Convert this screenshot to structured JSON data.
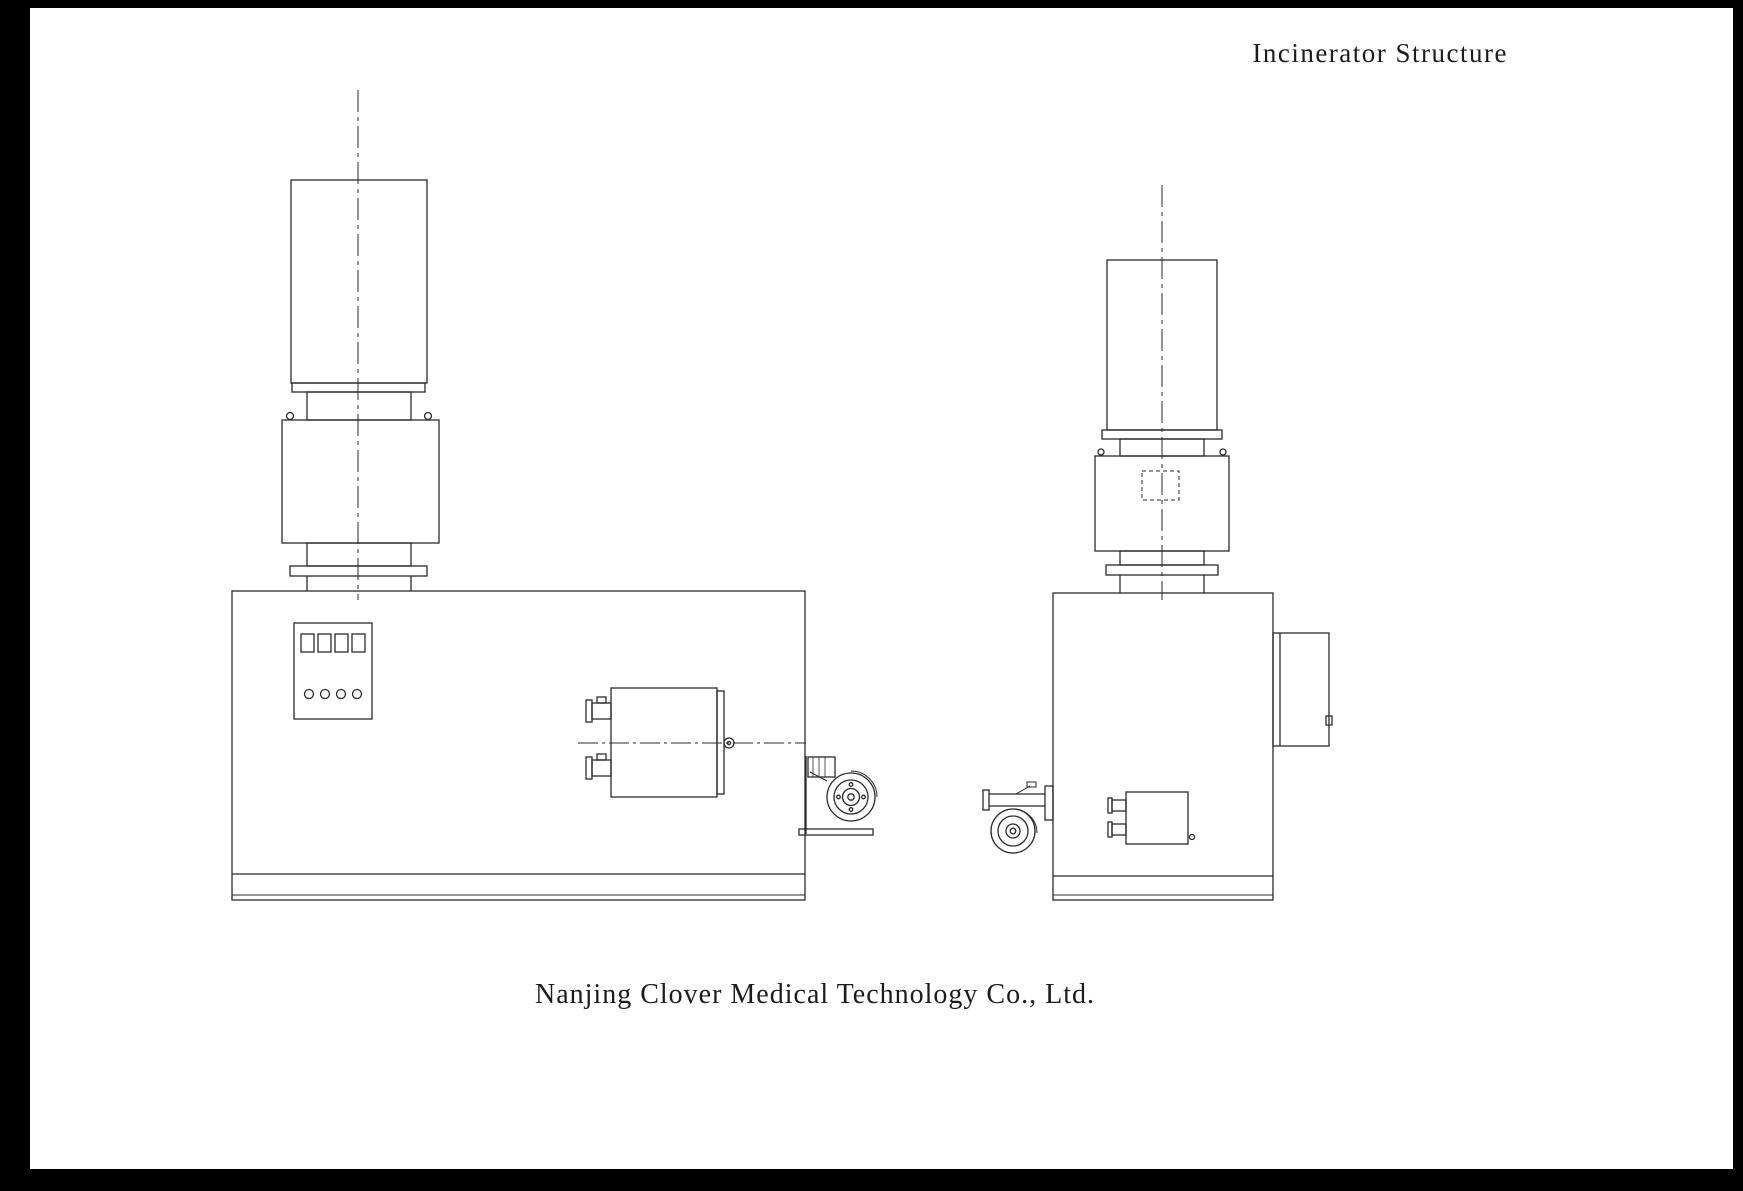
{
  "page": {
    "title": "Incinerator Structure",
    "footer": "Nanjing Clover Medical Technology Co., Ltd.",
    "colors": {
      "frame": "#000000",
      "background": "#ffffff",
      "line": "#2b2b2b"
    }
  },
  "drawing": {
    "views": [
      {
        "id": "front-view",
        "description": "incinerator front elevation with control panel, burner and blower"
      },
      {
        "id": "side-view",
        "description": "incinerator side elevation with door, blower pipe and burner"
      }
    ]
  }
}
